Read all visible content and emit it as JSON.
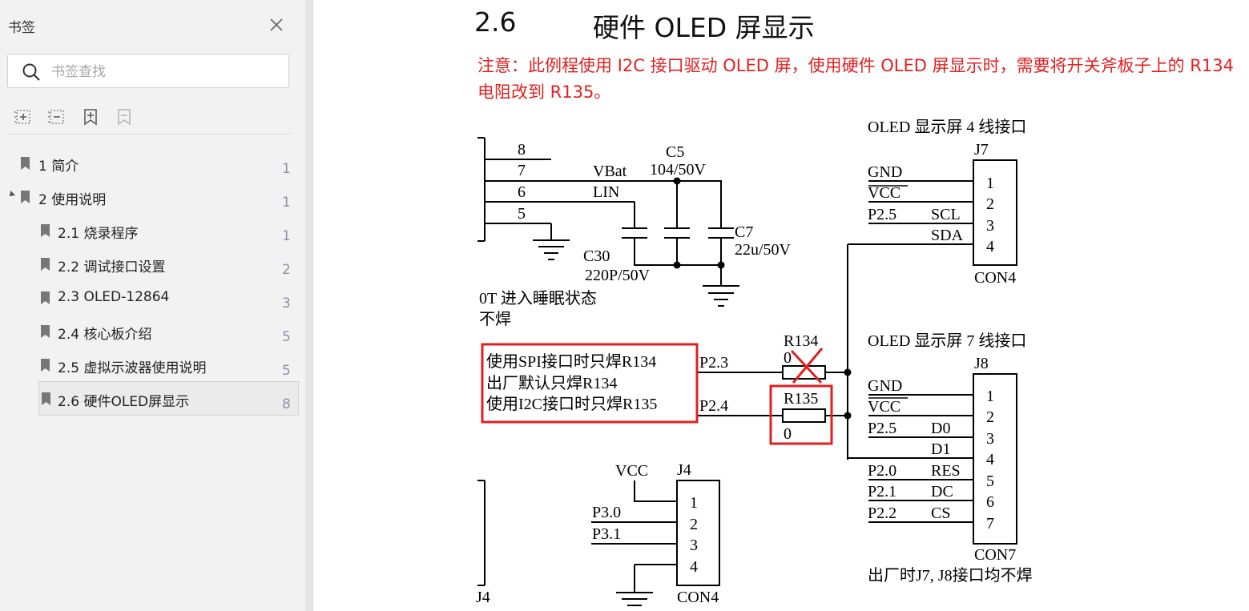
{
  "sidebar": {
    "title": "书签",
    "search_placeholder": "书签查找",
    "items": [
      {
        "label": "1 简介",
        "page": "1"
      },
      {
        "label": "2 使用说明",
        "page": "1"
      },
      {
        "label": "2.1 烧录程序",
        "page": "1"
      },
      {
        "label": "2.2 调试接口设置",
        "page": "2"
      },
      {
        "label": "2.3 OLED-12864",
        "page": "3"
      },
      {
        "label": "2.4 核心板介绍",
        "page": "5"
      },
      {
        "label": "2.5 虚拟示波器使用说明",
        "page": "5"
      },
      {
        "label": "2.6 硬件OLED屏显示",
        "page": "8"
      }
    ]
  },
  "document": {
    "section_number": "2.6",
    "section_title": "硬件 OLED 屏显示",
    "note": "注意：此例程使用 I2C 接口驱动 OLED 屏，使用硬件 OLED 屏显示时，需要将开关斧板子上的 R134 电阻改到 R135。",
    "schematic": {
      "title_4wire": "OLED 显示屏 4 线接口",
      "title_7wire": "OLED 显示屏 7 线接口",
      "j7": "J7",
      "j8": "J8",
      "j4": "J4",
      "con4": "CON4",
      "con7": "CON7",
      "pins_left": [
        "8",
        "7",
        "6",
        "5"
      ],
      "vbat": "VBat",
      "lin": "LIN",
      "c5": "C5",
      "c5_val": "104/50V",
      "c7": "C7",
      "c7_val": "22u/50V",
      "c30": "C30",
      "c30_val": "220P/50V",
      "sleep_text": "0T 进入睡眠状态",
      "no_solder": "不焊",
      "j7_nets": [
        "GND",
        "VCC",
        "P2.5",
        "SCL",
        "SDA"
      ],
      "j7_pins": [
        "1",
        "2",
        "3",
        "4"
      ],
      "j8_nets": [
        "GND",
        "VCC",
        "P2.5",
        "D0",
        "D1",
        "P2.0",
        "RES",
        "P2.1",
        "DC",
        "P2.2",
        "CS"
      ],
      "j8_pins": [
        "1",
        "2",
        "3",
        "4",
        "5",
        "6",
        "7"
      ],
      "spi_note": "使用SPI接口时只焊R134",
      "factory_note": "出厂默认只焊R134",
      "i2c_note": "使用I2C接口时只焊R135",
      "p23": "P2.3",
      "p24": "P2.4",
      "r134": "R134",
      "r135": "R135",
      "r134_val": "0",
      "r135_val": "0",
      "factory_bottom": "出厂时J7, J8接口均不焊",
      "j4_vcc": "VCC",
      "j4_nets": [
        "P3.0",
        "P3.1"
      ],
      "j4_pins": [
        "1",
        "2",
        "3",
        "4"
      ],
      "cut_label": "J4"
    }
  },
  "colors": {
    "accent_red": "#e02020",
    "sidebar_bg": "#f2f2f2",
    "page_number": "#8b93a4"
  }
}
